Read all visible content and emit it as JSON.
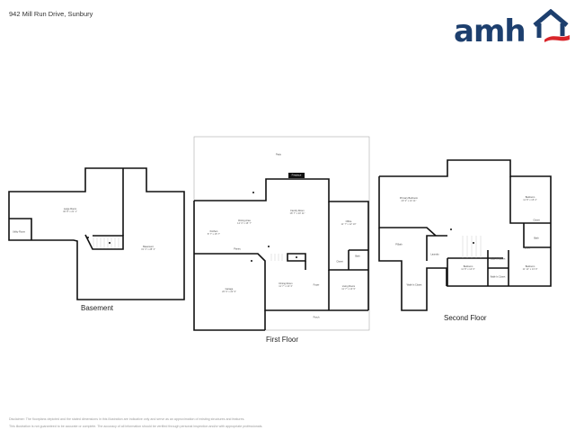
{
  "header": {
    "address": "942 Mill Run Drive, Sunbury",
    "logo": {
      "text": "amh",
      "icon": "house-roof-icon",
      "brand_color": "#1d3f6e",
      "accent_color": "#d9252a"
    }
  },
  "floors": {
    "basement": {
      "label": "Basement",
      "rooms": [
        {
          "name": "Large Room",
          "dims": "30' 8\" x 21' 1\""
        },
        {
          "name": "Utility Room",
          "dims": ""
        },
        {
          "name": "Basement",
          "dims": "31' 3\" x 28' 3\""
        }
      ]
    },
    "first": {
      "label": "First Floor",
      "rooms": [
        {
          "name": "Patio",
          "dims": ""
        },
        {
          "name": "Fireplace",
          "dims": ""
        },
        {
          "name": "Family Room",
          "dims": "18' 7\" x 20' 11\""
        },
        {
          "name": "Office",
          "dims": "11' 7\" x 12' 10\""
        },
        {
          "name": "Dining Area",
          "dims": "12' 3\" x 15' 7\""
        },
        {
          "name": "Kitchen",
          "dims": "8' 7\" x 15' 7\""
        },
        {
          "name": "Pantry",
          "dims": ""
        },
        {
          "name": "Closet",
          "dims": ""
        },
        {
          "name": "Bath",
          "dims": ""
        },
        {
          "name": "Garage",
          "dims": "20' 9\" x 22' 9\""
        },
        {
          "name": "Dining Room",
          "dims": "11' 7\" x 13' 3\""
        },
        {
          "name": "Foyer",
          "dims": ""
        },
        {
          "name": "Living Room",
          "dims": "11' 7\" x 13' 9\""
        },
        {
          "name": "Porch",
          "dims": ""
        }
      ]
    },
    "second": {
      "label": "Second Floor",
      "rooms": [
        {
          "name": "Primary Bedroom",
          "dims": "20' 3\" x 14' 11\""
        },
        {
          "name": "Bedroom",
          "dims": "11' 8\" x 15' 2\""
        },
        {
          "name": "Closet",
          "dims": ""
        },
        {
          "name": "Bath",
          "dims": ""
        },
        {
          "name": "Linen",
          "dims": ""
        },
        {
          "name": "P.Bath",
          "dims": ""
        },
        {
          "name": "Laundry",
          "dims": ""
        },
        {
          "name": "Walk-In Closet",
          "dims": ""
        },
        {
          "name": "Bedroom",
          "dims": "11' 8\" x 14' 0\""
        },
        {
          "name": "Walk-In Closet",
          "dims": ""
        },
        {
          "name": "Walk-In Closet",
          "dims": ""
        },
        {
          "name": "Bedroom",
          "dims": "11' 11\" x 13' 9\""
        }
      ]
    }
  },
  "footer": {
    "disclaimer_line1": "Disclaimer: The floorplans depicted and the stated dimensions in this illustration are indicative only and serve as an approximation of existing structures and features.",
    "disclaimer_line2": "This illustration is not guaranteed to be accurate or complete. The accuracy of all information should be verified through personal inspection and/or with appropriate professionals."
  }
}
